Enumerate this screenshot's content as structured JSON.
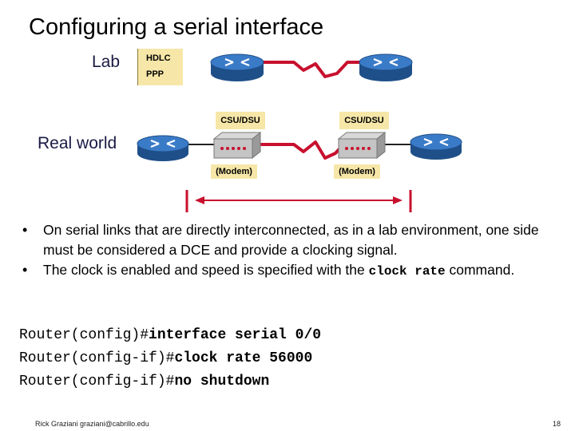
{
  "title": "Configuring a serial interface",
  "diagram": {
    "lab_label": "Lab",
    "protocols": [
      "HDLC",
      "PPP"
    ],
    "real_world_label": "Real world",
    "csu_dsu_label": "CSU/DSU",
    "modem_label": "(Modem)",
    "colors": {
      "router": "#2f6fb4",
      "link": "#c8102e",
      "box": "#f6e7a8"
    }
  },
  "bullets": [
    {
      "text": "On serial links that are directly interconnected, as in a lab environment, one side must be considered a DCE and provide a clocking signal."
    },
    {
      "text_before": "The clock is enabled and speed is specified with the ",
      "code": "clock rate",
      "text_after": " command."
    }
  ],
  "cli": [
    {
      "prompt": "Router(config)#",
      "command": "interface serial 0/0"
    },
    {
      "prompt": "Router(config-if)#",
      "command": "clock rate 56000"
    },
    {
      "prompt": "Router(config-if)#",
      "command": "no shutdown"
    }
  ],
  "footer": {
    "left": "Rick Graziani graziani@cabrillo.edu",
    "page_number": "18"
  }
}
